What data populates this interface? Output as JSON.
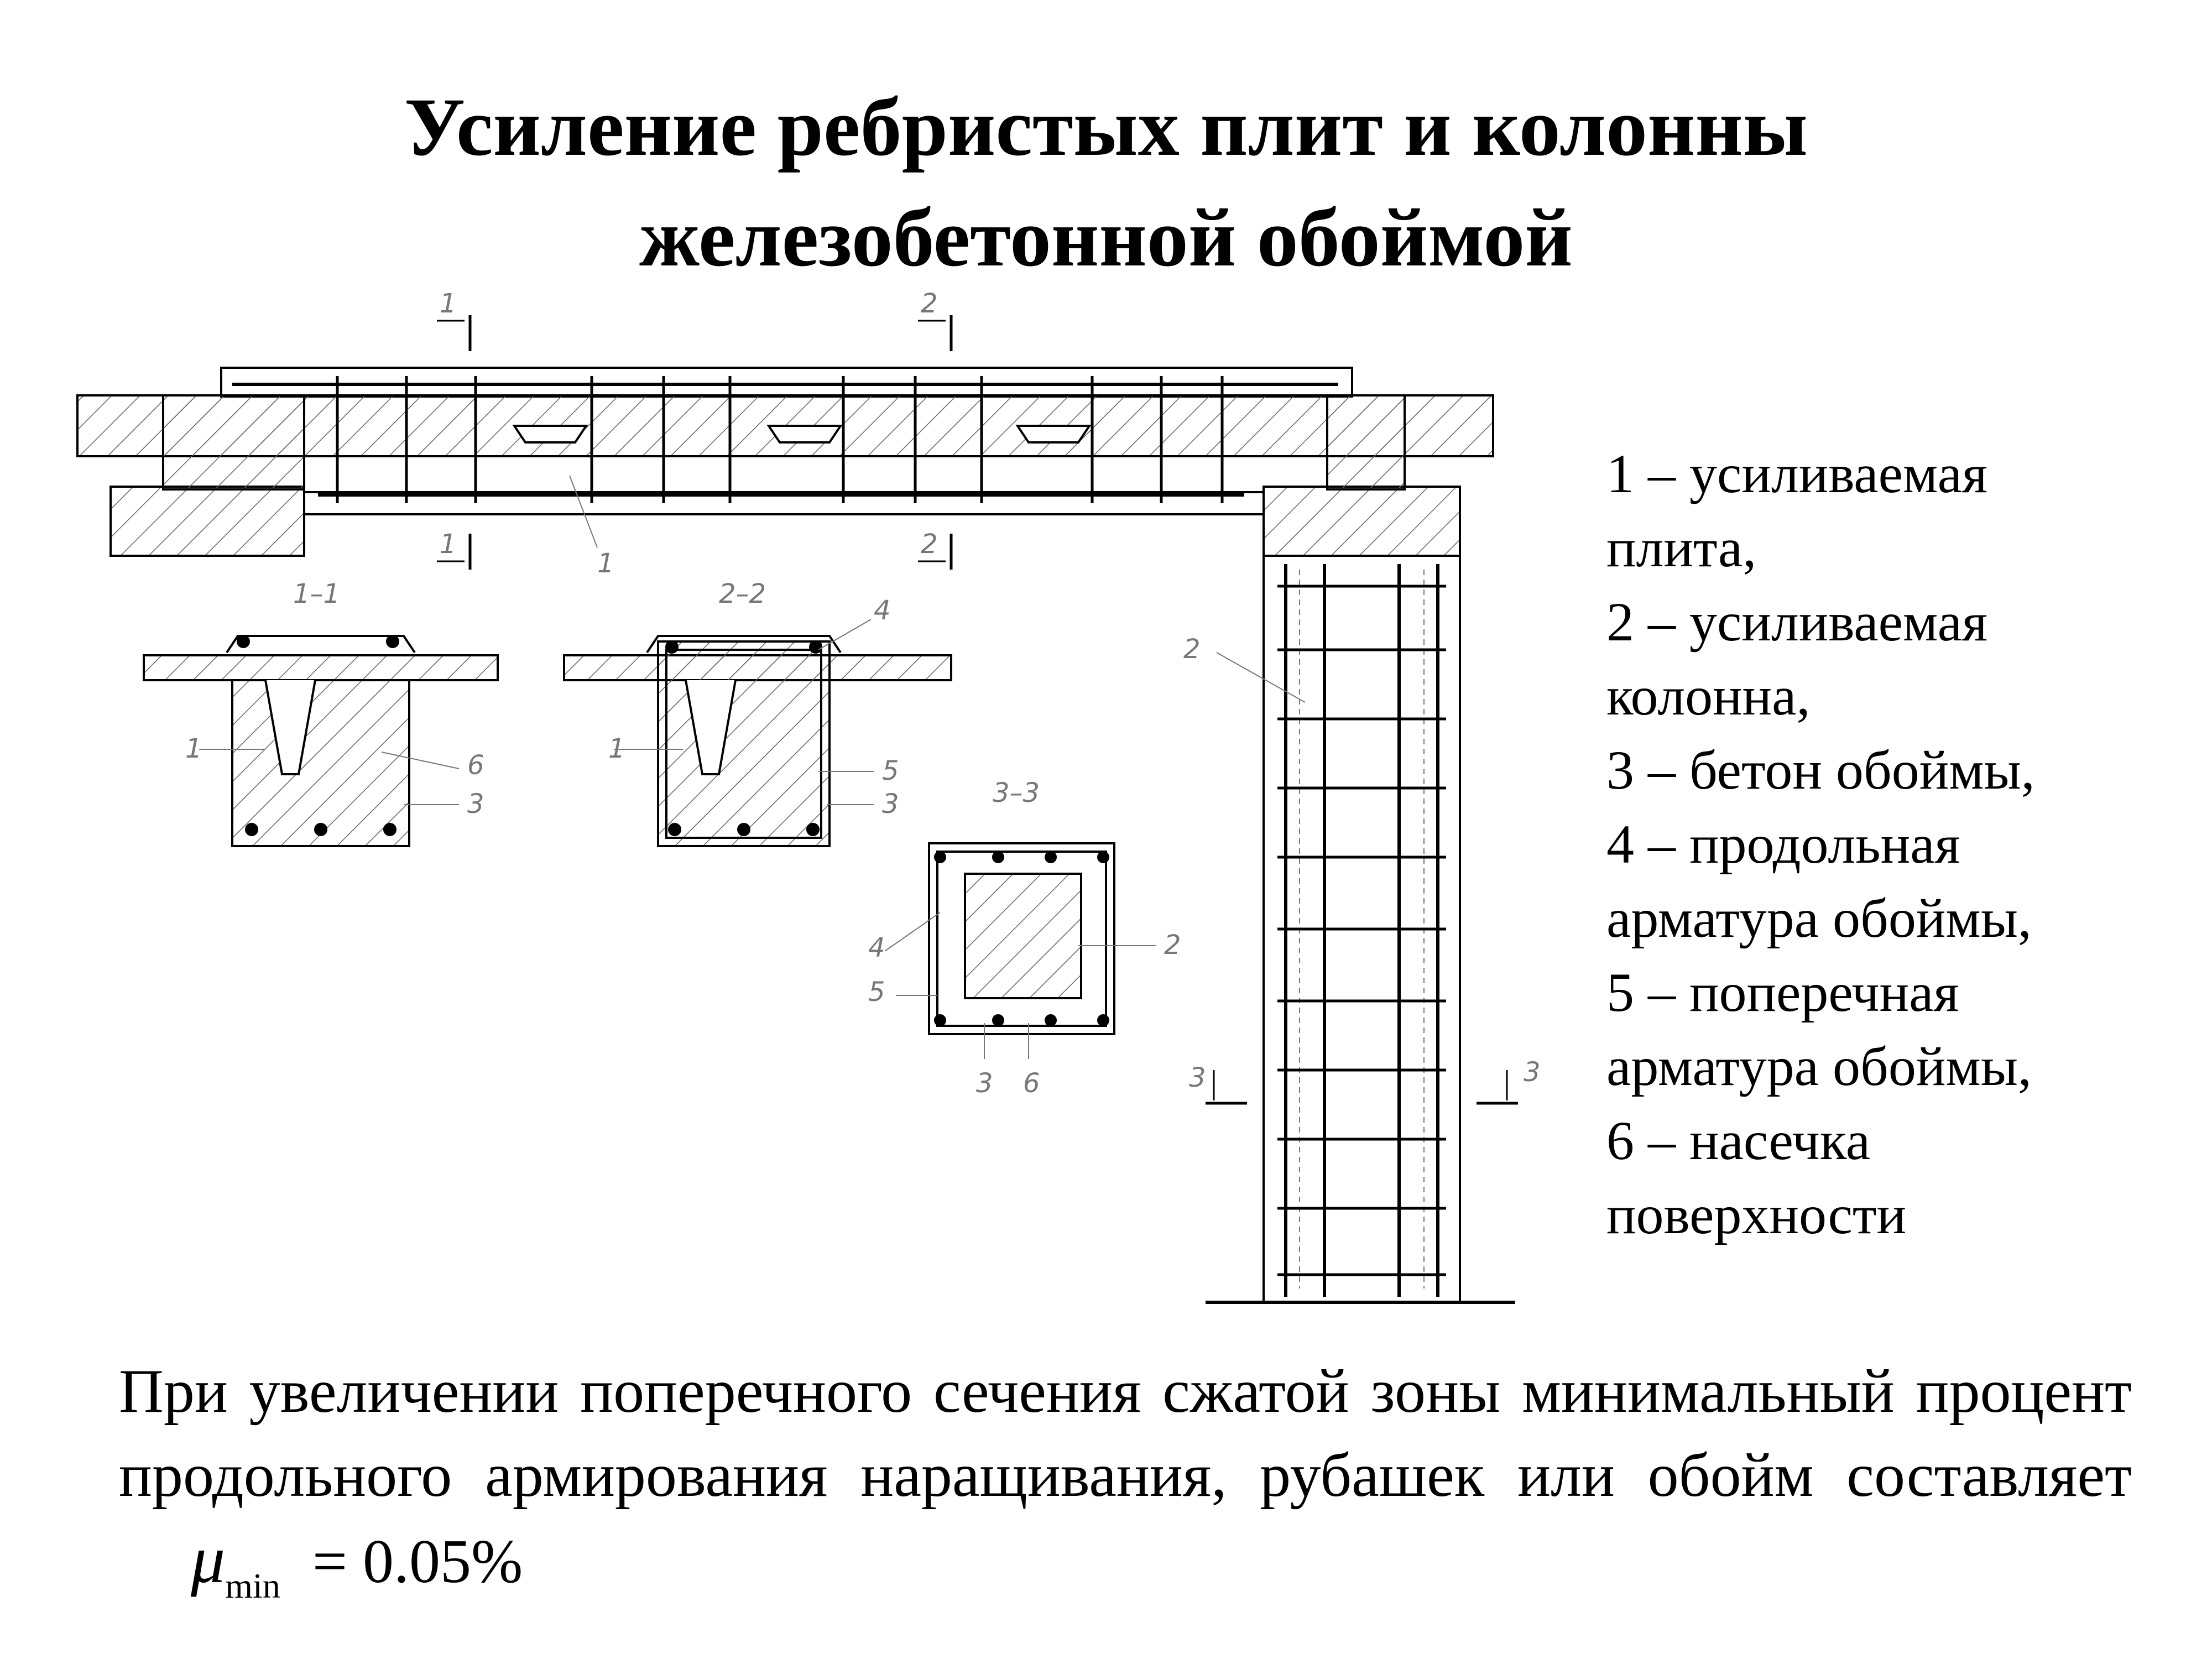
{
  "title": {
    "line1": "Усиление ребристых плит и колонны",
    "line2": "железобетонной обоймой"
  },
  "legend": [
    "1 – усиливаемая",
    "плита,",
    "2 – усиливаемая",
    "колонна,",
    "3 – бетон обоймы,",
    "4 – продольная",
    "арматура обоймы,",
    "5 – поперечная",
    "арматура обоймы,",
    "6 – насечка",
    "поверхности"
  ],
  "paragraph": {
    "text": "При увеличении поперечного сечения сжатой зоны минимальный процент продольного армирования наращивания, рубашек или обойм составляет",
    "symbol": "μ",
    "subscript": "min",
    "value": "= 0.05%"
  },
  "drawing": {
    "section_marks": [
      "1",
      "2",
      "1",
      "2",
      "3",
      "3"
    ],
    "section_titles": [
      "1–1",
      "2–2",
      "3–3"
    ],
    "callouts": [
      "1",
      "2",
      "1",
      "6",
      "3",
      "1",
      "4",
      "5",
      "3",
      "4",
      "5",
      "2",
      "3",
      "6"
    ],
    "colors": {
      "line": "#000000",
      "hatch": "#666666",
      "label": "#777777"
    }
  }
}
